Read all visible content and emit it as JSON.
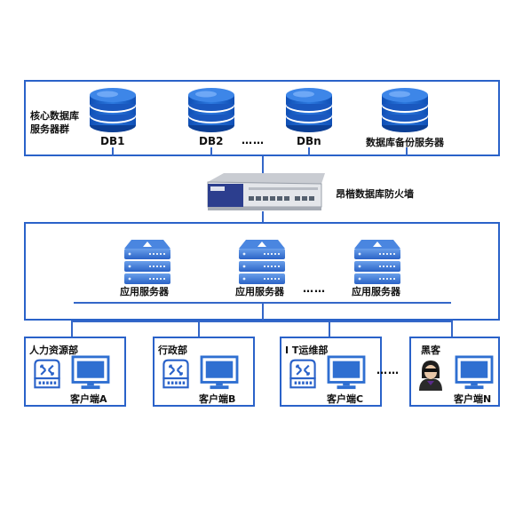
{
  "core": {
    "group_label_line1": "核心数据库",
    "group_label_line2": "服务器群",
    "databases": [
      "DB1",
      "DB2",
      "DBn",
      "数据库备份服务器"
    ],
    "ellipsis": "……"
  },
  "firewall": {
    "label": "昂楷数据库防火墙"
  },
  "app": {
    "servers": [
      "应用服务器",
      "应用服务器",
      "应用服务器"
    ],
    "ellipsis": "……"
  },
  "departments": [
    {
      "name": "人力资源部",
      "client": "客户端A"
    },
    {
      "name": "行政部",
      "client": "客户端B"
    },
    {
      "name": "I T运维部",
      "client": "客户端C"
    },
    {
      "name": "黑客",
      "client": "客户端N"
    }
  ],
  "dept_ellipsis": "……",
  "colors": {
    "border": "#2a62c9",
    "line": "#3467c8",
    "db_blue": "#1f5fc6",
    "monitor": "#2f6fd1"
  }
}
